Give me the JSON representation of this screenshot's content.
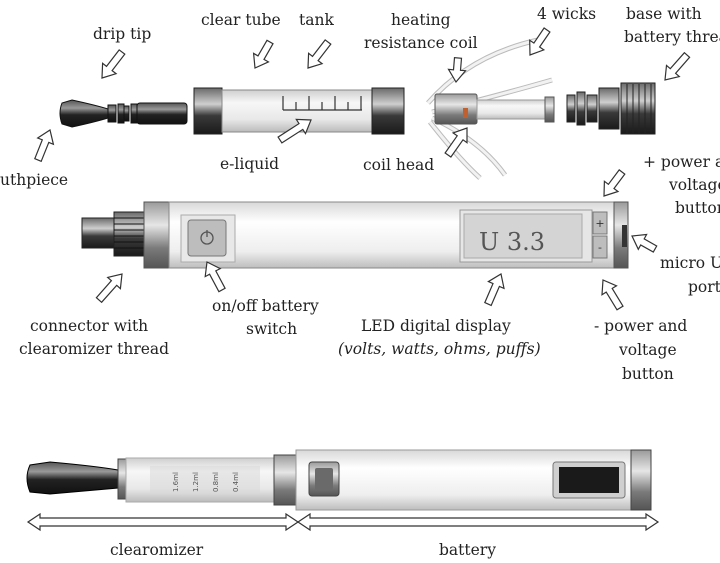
{
  "labels": {
    "drip_tip": "drip tip",
    "clear_tube": "clear tube",
    "tank": "tank",
    "heating_coil_1": "heating",
    "heating_coil_2": "resistance coil",
    "wicks": "4 wicks",
    "base_1": "base with",
    "base_2": "battery threa",
    "mouthpiece": "uthpiece",
    "e_liquid": "e-liquid",
    "coil_head": "coil head",
    "plus_button_1": "+ power a",
    "plus_button_2": "voltage",
    "plus_button_3": "button",
    "micro_usb_1": "micro U",
    "micro_usb_2": "port",
    "connector_1": "connector with",
    "connector_2": "clearomizer thread",
    "onoff_1": "on/off  battery",
    "onoff_2": "switch",
    "led_1": "LED digital display",
    "led_2": "(volts, watts, ohms, puffs)",
    "minus_button_1": "- power and",
    "minus_button_2": "voltage",
    "minus_button_3": "button",
    "clearomizer": "clearomizer",
    "battery": "battery"
  },
  "display": {
    "reading": "U 3.3",
    "plus_symbol": "+",
    "minus_symbol": "-"
  },
  "photo_scale": [
    "1.6ml",
    "1.2ml",
    "0.8ml",
    "0.4ml"
  ],
  "colors": {
    "line": "#333333",
    "metal_dark": "#3a3a3a",
    "body_white": "#f4f4f4",
    "display_bg": "#d9d9d9"
  }
}
